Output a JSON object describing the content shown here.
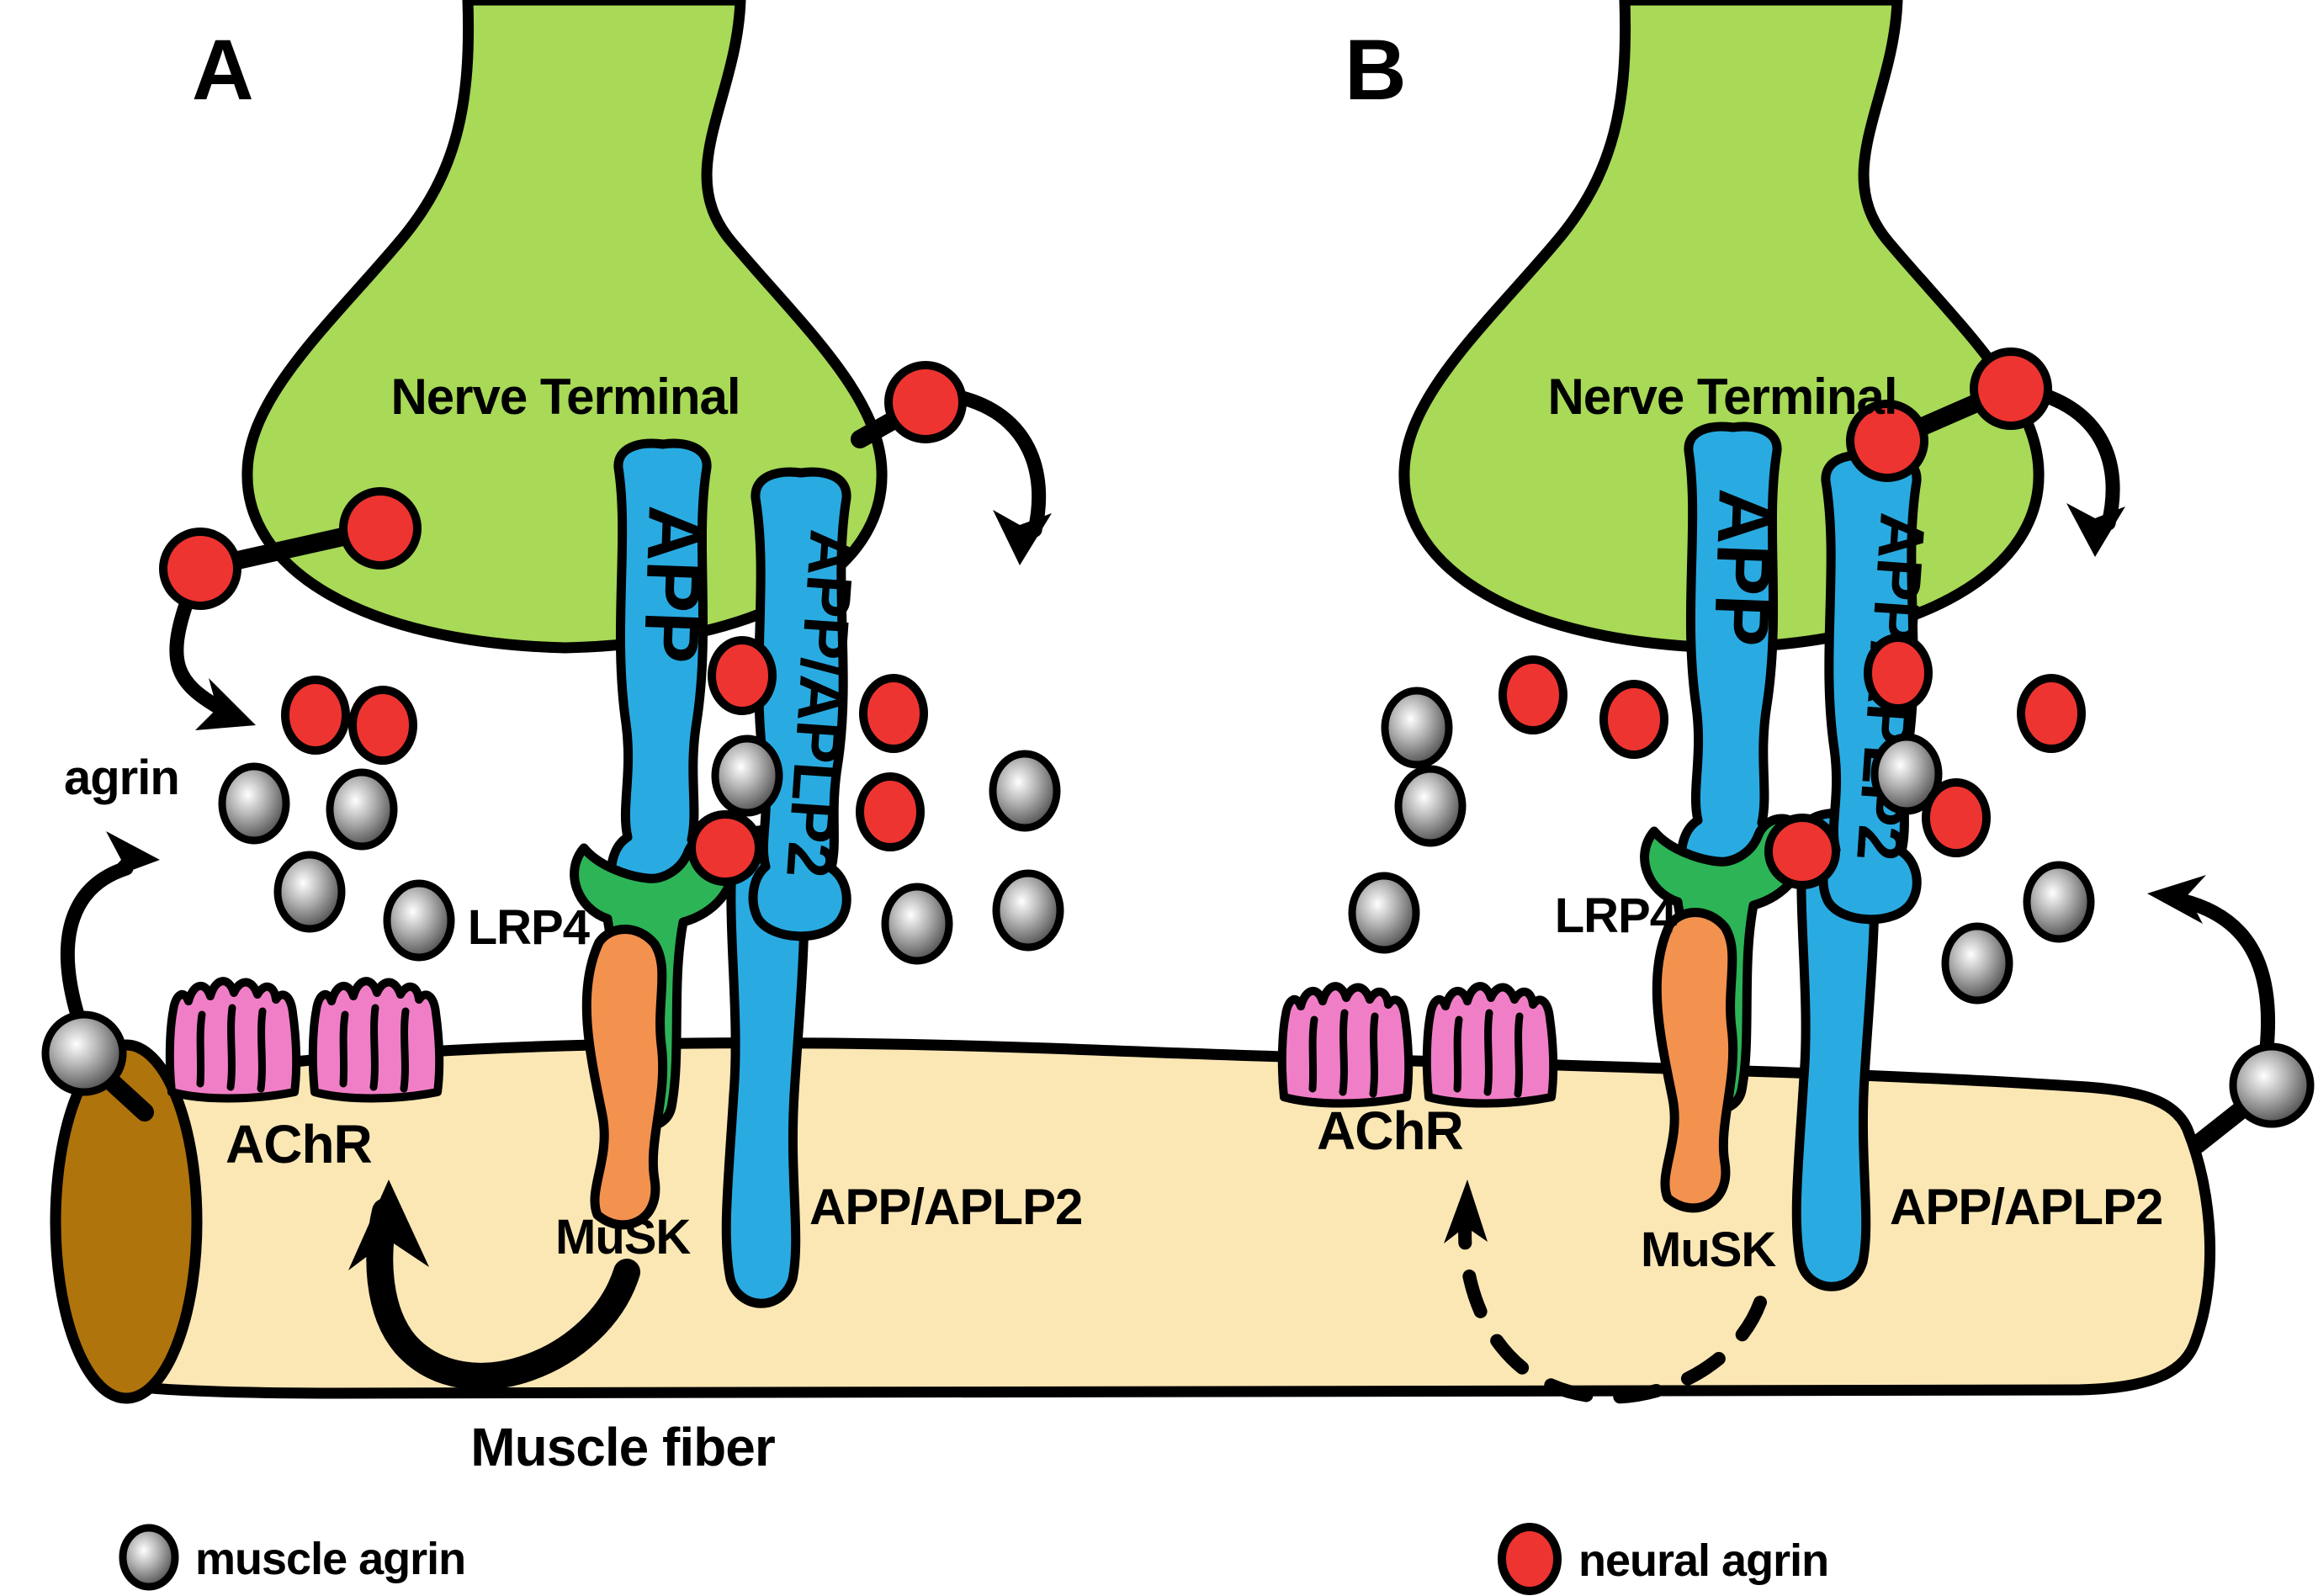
{
  "figure": {
    "labels": {
      "panel_a": "A",
      "panel_b": "B",
      "nerve_terminal": "Nerve Terminal",
      "agrin": "agrin",
      "lrp4": "LRP4",
      "achr": "AChR",
      "musk": "MuSK",
      "app": "APP",
      "app_aplp2": "APP/APLP2",
      "muscle_fiber": "Muscle fiber"
    },
    "legend": {
      "muscle_agrin": "muscle agrin",
      "neural_agrin": "neural agrin"
    },
    "colors": {
      "terminal_green": "#A8D957",
      "protein_blue": "#29ABE2",
      "lrp4_green": "#2DB457",
      "musk_orange": "#F3914E",
      "achr_pink": "#F07EC6",
      "fiber_tan": "#FBE7B4",
      "cap_brown": "#B0740C",
      "agrin_red": "#EE3430",
      "agrin_gray": "#8C8C8C",
      "outline": "#000000"
    },
    "dots": {
      "panel_a": {
        "red": [
          [
            375,
            850,
            36,
            42
          ],
          [
            455,
            862,
            36,
            42
          ],
          [
            882,
            803,
            36,
            42
          ],
          [
            1062,
            848,
            36,
            42
          ],
          [
            1058,
            965,
            36,
            42
          ],
          [
            862,
            1008,
            40,
            40
          ],
          [
            452,
            628,
            44,
            44
          ],
          [
            238,
            676,
            44,
            44
          ],
          [
            1100,
            478,
            44,
            44
          ]
        ],
        "gray": [
          [
            302,
            955,
            38,
            44
          ],
          [
            430,
            962,
            38,
            44
          ],
          [
            368,
            1060,
            38,
            44
          ],
          [
            498,
            1094,
            38,
            44
          ],
          [
            888,
            922,
            38,
            44
          ],
          [
            1090,
            1098,
            38,
            44
          ],
          [
            1218,
            940,
            38,
            44
          ],
          [
            1222,
            1082,
            38,
            44
          ],
          [
            100,
            1252,
            46,
            46
          ]
        ]
      },
      "panel_b": {
        "red": [
          [
            1822,
            826,
            36,
            42
          ],
          [
            1942,
            855,
            36,
            42
          ],
          [
            2256,
            800,
            36,
            42
          ],
          [
            2438,
            848,
            36,
            42
          ],
          [
            2325,
            972,
            36,
            42
          ],
          [
            2142,
            1012,
            40,
            40
          ],
          [
            2243,
            524,
            44,
            44
          ],
          [
            2390,
            462,
            44,
            44
          ]
        ],
        "gray": [
          [
            1684,
            865,
            38,
            44
          ],
          [
            1700,
            958,
            38,
            44
          ],
          [
            1645,
            1085,
            38,
            44
          ],
          [
            2266,
            920,
            38,
            44
          ],
          [
            2350,
            1145,
            38,
            44
          ],
          [
            2447,
            1072,
            38,
            44
          ],
          [
            2700,
            1290,
            46,
            46
          ]
        ]
      }
    }
  }
}
